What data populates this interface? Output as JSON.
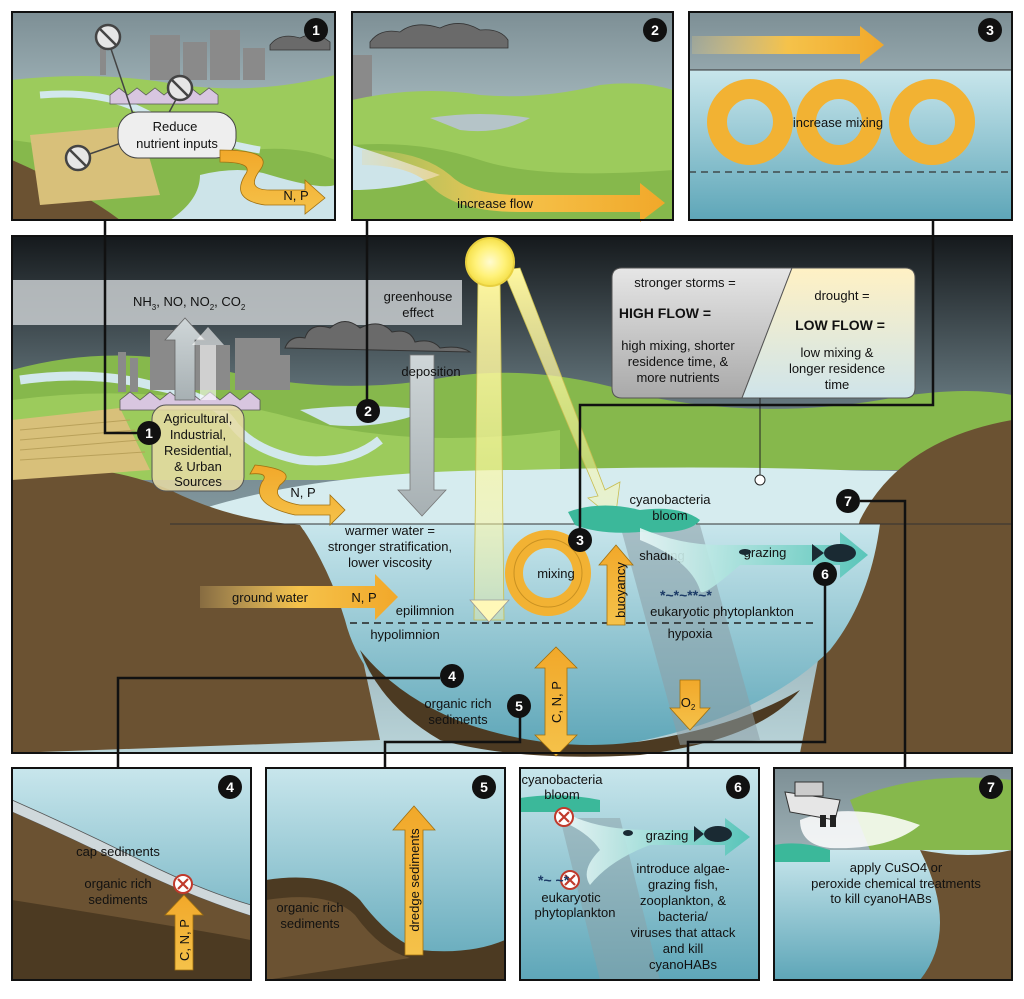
{
  "panels": {
    "p1": {
      "number": "1",
      "label_line1": "Reduce",
      "label_line2": "nutrient inputs",
      "arrow_label": "N, P"
    },
    "p2": {
      "number": "2",
      "arrow_label": "increase flow"
    },
    "p3": {
      "number": "3",
      "label": "increase mixing"
    },
    "p4": {
      "number": "4",
      "cap_label": "cap sediments",
      "sed_line1": "organic rich",
      "sed_line2": "sediments",
      "arrow_label": "C, N, P"
    },
    "p5": {
      "number": "5",
      "sed_line1": "organic rich",
      "sed_line2": "sediments",
      "arrow_label": "dredge sediments"
    },
    "p6": {
      "number": "6",
      "bloom_line1": "cyanobacteria",
      "bloom_line2": "bloom",
      "grazing": "grazing",
      "euk_line1": "eukaryotic",
      "euk_line2": "phytoplankton",
      "intro_lines": [
        "introduce algae-",
        "grazing fish,",
        "zooplankton, &",
        "bacteria/",
        "viruses that attack",
        "and kill",
        "cyanoHABs"
      ]
    },
    "p7": {
      "number": "7",
      "treat_lines": [
        "apply CuSO4 or",
        "peroxide chemical treatments",
        "to kill cyanoHABs"
      ]
    }
  },
  "main": {
    "emissions": {
      "nh3": "NH",
      "sub3": "3",
      "no": ", NO, NO",
      "sub2a": "2",
      "co": ", CO",
      "sub2b": "2"
    },
    "greenhouse_line1": "greenhouse",
    "greenhouse_line2": "effect",
    "deposition": "deposition",
    "sources_lines": [
      "Agricultural,",
      "Industrial,",
      "Residential,",
      "& Urban",
      "Sources"
    ],
    "runoff_np": "N, P",
    "ground_water": "ground water",
    "gw_np": "N, P",
    "warmer_lines": [
      "warmer water =",
      "stronger stratification,",
      "lower viscosity"
    ],
    "epilimnion": "epilimnion",
    "hypolimnion": "hypolimnion",
    "mixing": "mixing",
    "buoyancy": "buoyancy",
    "shading": "shading",
    "hypoxia": "hypoxia",
    "bloom_line1": "cyanobacteria",
    "bloom_line2": "bloom",
    "grazing": "grazing",
    "eukaryotic": "eukaryotic phytoplankton",
    "sed_line1": "organic rich",
    "sed_line2": "sediments",
    "cnp": "C, N, P",
    "o2": "O",
    "o2_sub": "2",
    "markers": [
      "1",
      "2",
      "3",
      "4",
      "5",
      "6",
      "7"
    ]
  },
  "flow_box": {
    "storms": "stronger storms =",
    "high_flow": "HIGH FLOW =",
    "high_lines": [
      "high mixing, shorter",
      "residence time, &",
      "more nutrients"
    ],
    "drought": "drought =",
    "low_flow": "LOW FLOW =",
    "low_lines": [
      "low mixing &",
      "longer residence",
      "time"
    ]
  },
  "colors": {
    "water": "#a9d3dd",
    "deep_water": "#6fb0c0",
    "land_green": "#8cc152",
    "soil": "#6b5232",
    "arrow_gold": "#f2b233",
    "sky_dark": "#1e2428",
    "sun": "#fff27a",
    "cyano": "#3bb89a",
    "frame": "#111111"
  },
  "icons": [
    "no-entry-icon",
    "sun-icon",
    "cloud-icon",
    "factory-icon",
    "houses-icon",
    "fish-icon",
    "boat-icon",
    "mixing-ring-icon",
    "x-mark-icon",
    "phytoplankton-icon"
  ]
}
